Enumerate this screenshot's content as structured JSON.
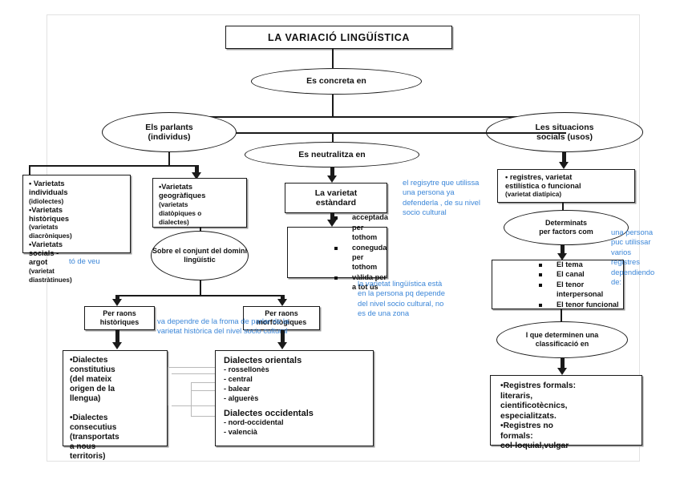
{
  "title": "LA VARIACIÓ  LINGÜÍSTICA",
  "nodes": {
    "concreta": "Es concreta en",
    "parlants": "Els parlants\n(individus)",
    "parlants_l1": "Els parlants",
    "parlants_l2": "(individus)",
    "neutralitza": "Es neutralitza en",
    "situacions_l1": "Les situacions",
    "situacions_l2": "socials (usos)",
    "varietats_individuals": "• Varietats individuals (idiolectes) •Varietats històriques (varietats diacròniques) •Varietats socials - argot (varietat diastràtinues)",
    "varietats_geografiques": "•Varietats geogràfiques (varietats diatòpiques o dialectes)",
    "varietat_estandard_l1": "La varietat",
    "varietat_estandard_l2": "estàndard",
    "registres_varietat": "• registres, varietat estilística o funcional (varietat diatípica)",
    "determinats_l1": "Determinats",
    "determinats_l2": "per factors com",
    "sobre_conjunt": "Sobre el conjunt del domini lingüístic",
    "per_raons_historiques_l1": "Per raons",
    "per_raons_historiques_l2": "històriques",
    "per_raons_morfologiques_l1": "Per raons",
    "per_raons_morfologiques_l2": "morfològiques",
    "classificacio": "I que determinen una classificació en"
  },
  "lists": {
    "estandard": [
      "acceptada per tothom",
      "coneguda per tothom",
      "vàlida per a tot ús"
    ],
    "factors": [
      "El tema",
      "El canal",
      "El tenor interpersonal",
      "El tenor funcional"
    ]
  },
  "boxes": {
    "individuals": [
      "• Varietats",
      "individuals",
      "(idiolectes)",
      "•Varietats",
      "històriques",
      "(varietats",
      "diacròniques)",
      "•Varietats",
      "socials  -",
      "argot",
      "(varietat",
      "diastràtinues)"
    ],
    "geografiques": [
      "•Varietats",
      "geogràfiques",
      "(varietats",
      "diatòpiques o",
      "dialectes)"
    ],
    "registres": [
      "• registres, varietat",
      "estilística o funcional",
      "(varietat diatípica)"
    ],
    "dialectes_tipus": [
      "•Dialectes",
      "constitutius",
      "(del mateix",
      "origen de la",
      "llengua)",
      "",
      "•Dialectes",
      "consecutius",
      "(transportats",
      "a nous",
      "territoris)"
    ],
    "registres_finals": [
      "•Registres formals:",
      "literaris,",
      "cientificotècnics,",
      "especialitzats.",
      "•Registres no",
      "formals:",
      "col·loquial,vulgar"
    ]
  },
  "dialectes": {
    "orientals_title": "Dialectes orientals",
    "orientals": [
      "- rossellonès",
      "- central",
      "- balear",
      "- alguerès"
    ],
    "occidentals_title": "Dialectes occidentals",
    "occidentals": [
      "- nord-occidental",
      "- valencià"
    ]
  },
  "notes": {
    "to_de_veu": "tó de veu",
    "registre_persona": "el regisytre que utilissa una persona ya defenderla , de su nivel socio cultural",
    "varietat_persona": "la varietat lingüística està en la persona pq depende del nivel socio cultural, no es de una zona",
    "dependre_forma": "va dependre de la froma de parlar de la varietat històrica del nivel socio cultural",
    "persona_registres": "una persona puc utilissar varios registres dependiendo de:"
  },
  "colors": {
    "ink": "#1a1a1a",
    "note_blue": "#3b86d8",
    "faint_line": "#b9b9b9"
  }
}
